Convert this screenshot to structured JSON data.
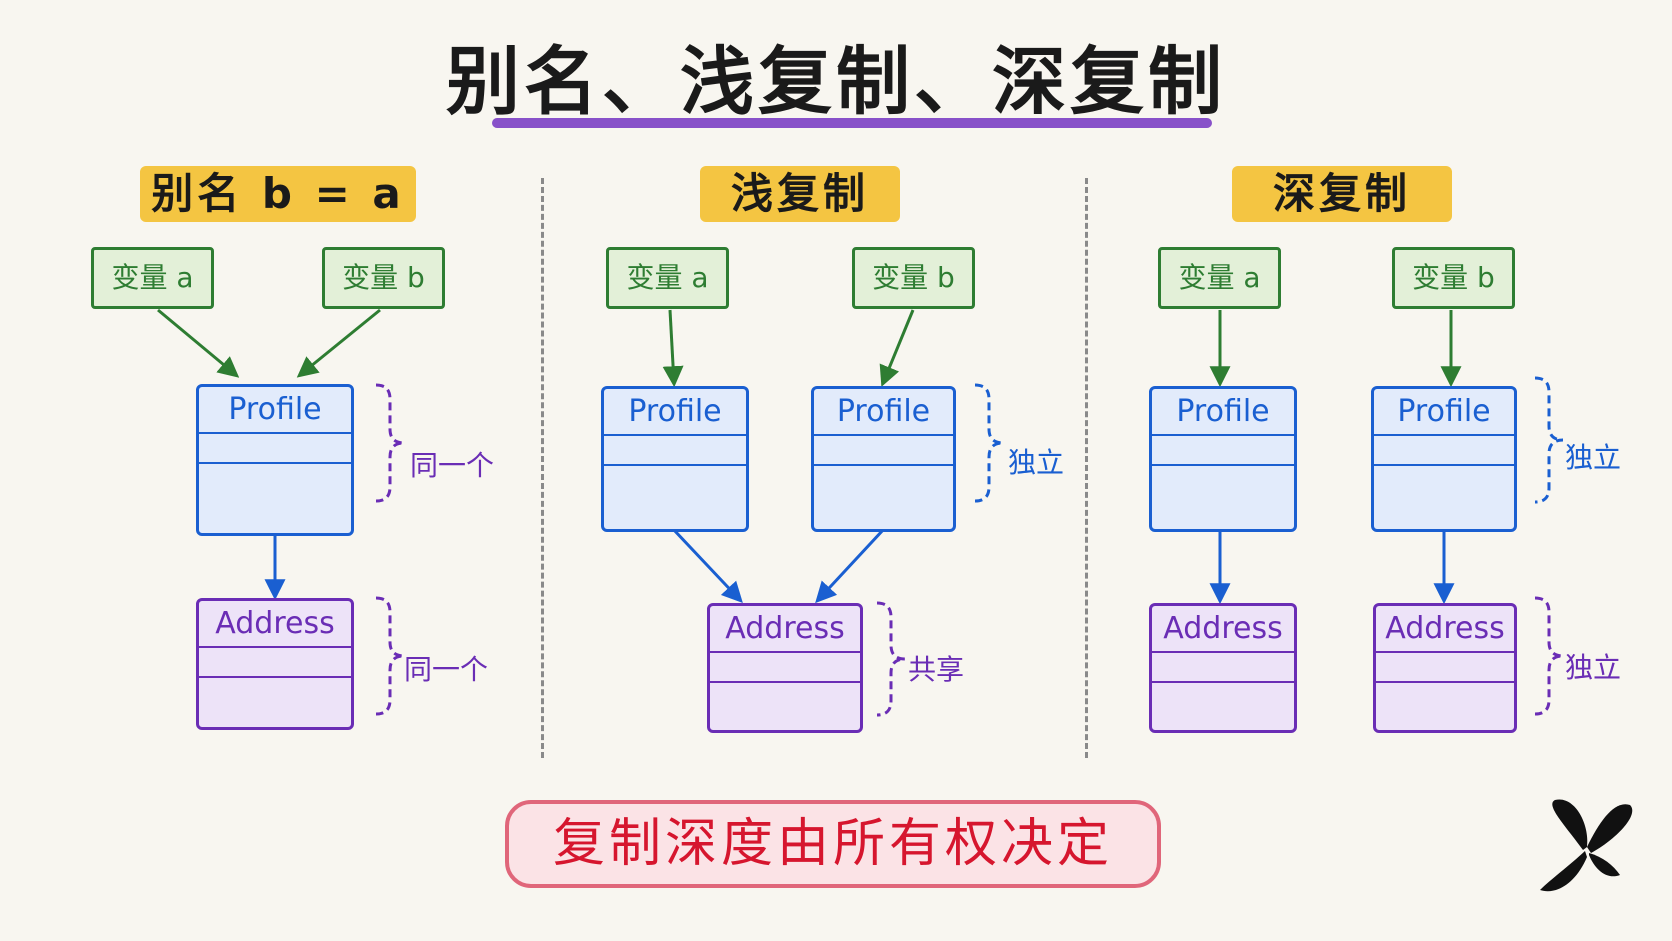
{
  "title": "别名、浅复制、深复制",
  "sections": {
    "alias": {
      "title": "别名 b = a",
      "var_a": "变量 a",
      "var_b": "变量 b",
      "profile": "Profile",
      "address": "Address",
      "profile_label": "同一个",
      "address_label": "同一个"
    },
    "shallow": {
      "title": "浅复制",
      "var_a": "变量 a",
      "var_b": "变量 b",
      "profile_a": "Profile",
      "profile_b": "Profile",
      "address": "Address",
      "profile_label": "独立",
      "address_label": "共享"
    },
    "deep": {
      "title": "深复制",
      "var_a": "变量 a",
      "var_b": "变量 b",
      "profile_a": "Profile",
      "profile_b": "Profile",
      "address_a": "Address",
      "address_b": "Address",
      "profile_label": "独立",
      "address_label": "独立"
    }
  },
  "footer": "复制深度由所有权决定",
  "colors": {
    "variable": "#2e7d32",
    "profile": "#1a5fd1",
    "address": "#6a2db5",
    "highlight": "#f4c542",
    "underline": "#7b3fc4",
    "footer_text": "#d6162e",
    "footer_border": "#e0667a"
  },
  "logo_icon": "butterfly-icon"
}
